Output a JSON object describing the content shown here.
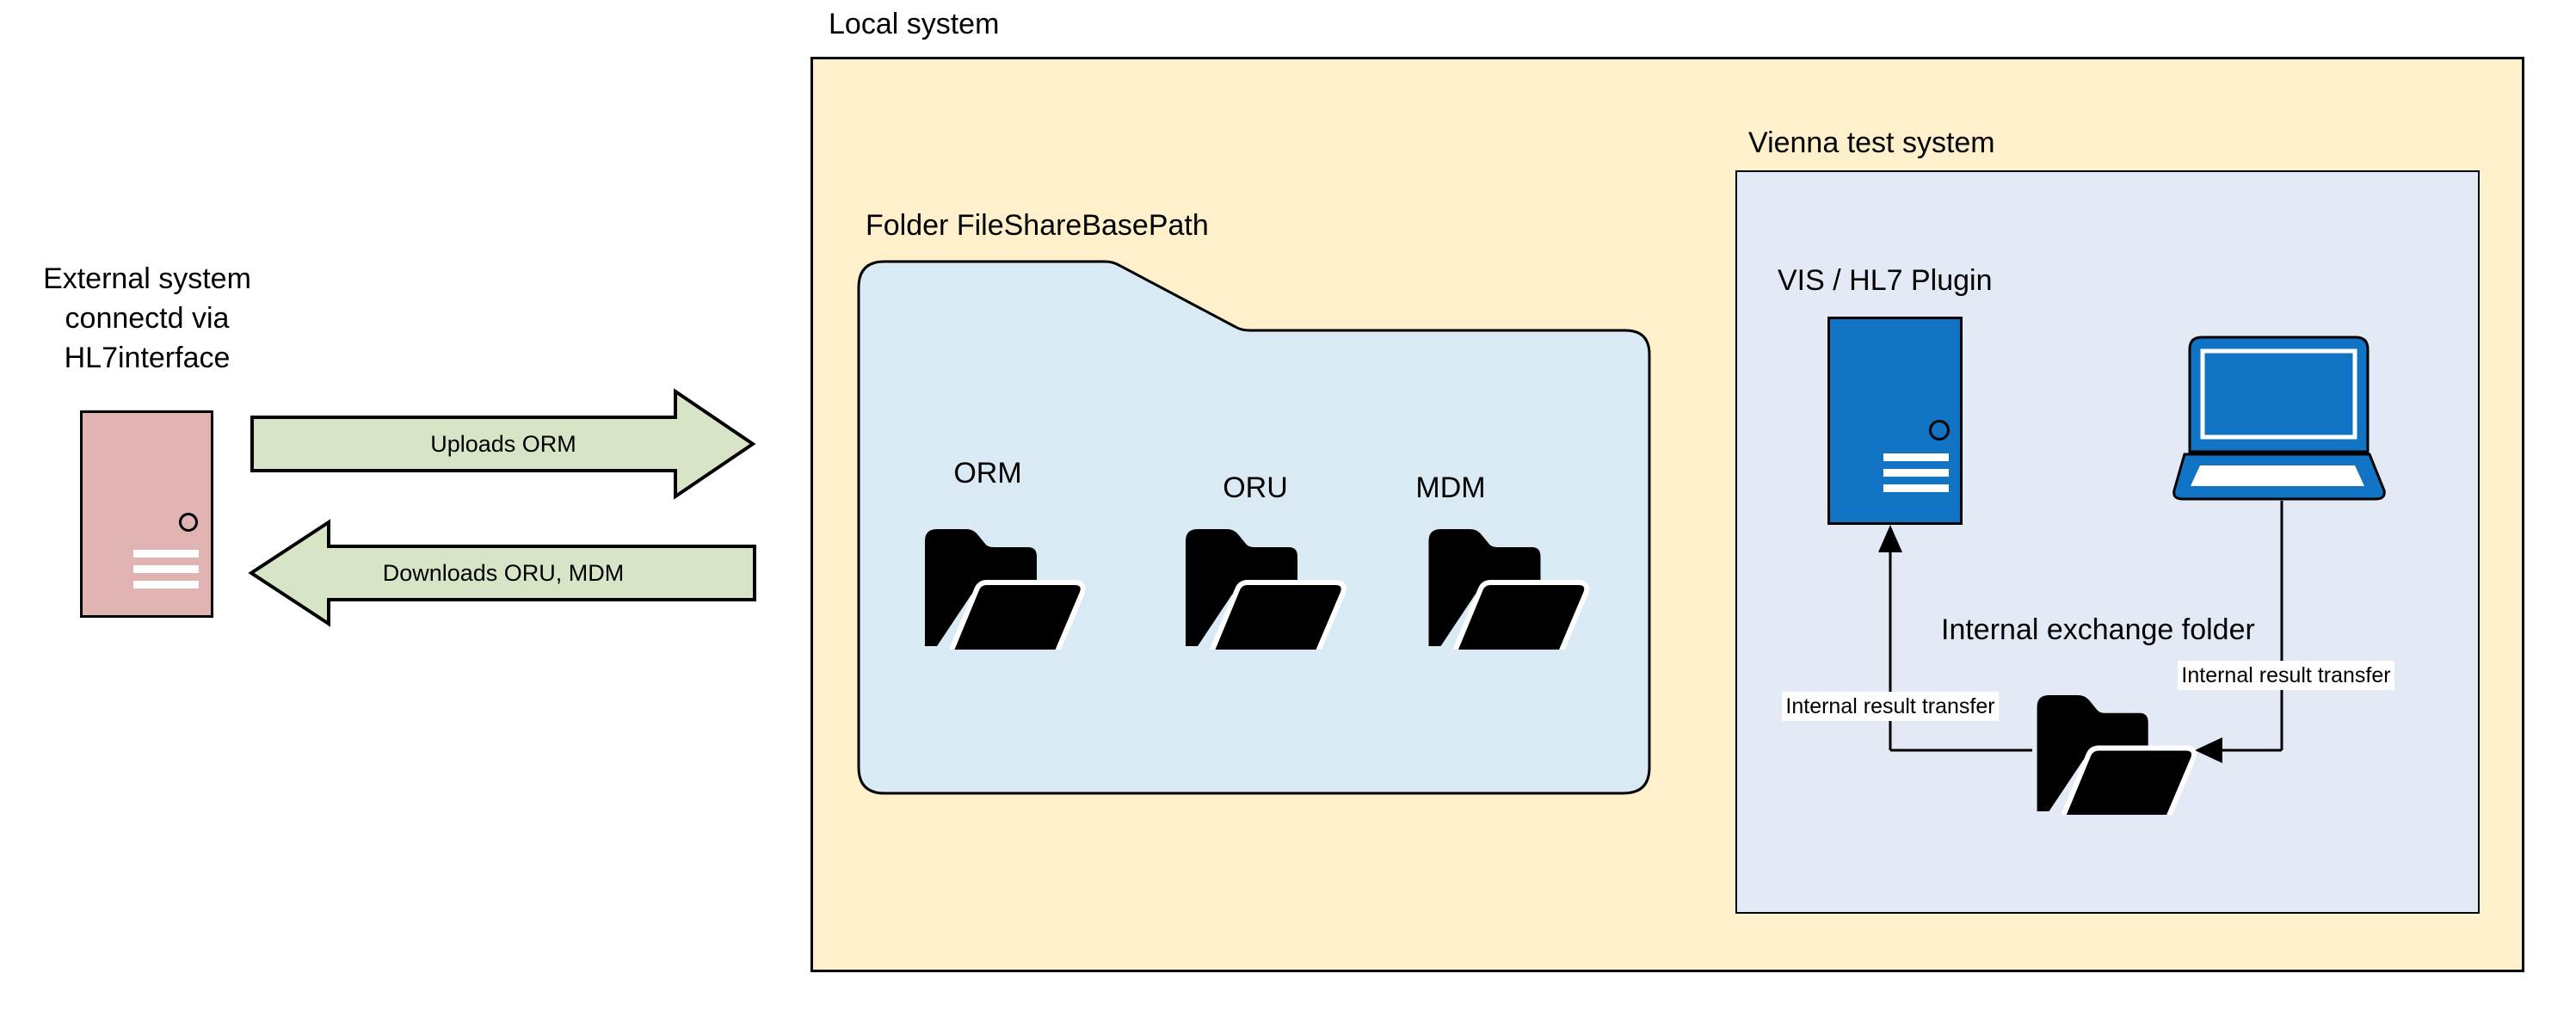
{
  "colors": {
    "cream": "#FDF0CB",
    "folder-blue": "#D9EAF4",
    "vienna-fill": "#E4EAF5",
    "arrow-green": "#D8E4C6",
    "server-pink": "#E1B3B2",
    "device-blue": "#1173C4",
    "ink": "#000000"
  },
  "external": {
    "lines": [
      "External system",
      "connectd via",
      "HL7interface"
    ]
  },
  "arrows": {
    "upload_label": "Uploads ORM",
    "download_label": "Downloads ORU, MDM"
  },
  "local_system": {
    "label": "Local system"
  },
  "share_folder": {
    "label": "Folder FileShareBasePath",
    "subfolders": [
      {
        "label": "ORM"
      },
      {
        "label": "ORU"
      },
      {
        "label": "MDM"
      }
    ]
  },
  "vienna": {
    "label": "Vienna test system",
    "plugin_label": "VIS / HL7 Plugin",
    "exchange_label": "Internal exchange folder",
    "transfer_labels": {
      "left": "Internal result transfer",
      "right": "Internal result transfer"
    }
  }
}
